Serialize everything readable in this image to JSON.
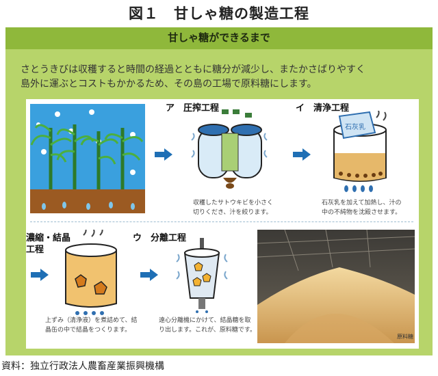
{
  "figure_title": "図１　甘しゃ糖の製造工程",
  "subtitle": "甘しゃ糖ができるまで",
  "intro_line1": "さとうきびは収穫すると時間の経過とともに糖分が減少し、またかさばりやすく",
  "intro_line2": "島外に運ぶとコストもかかるため、その島の工場で原料糖にします。",
  "steps": {
    "a_label": "ア　圧搾工程",
    "a_caption1": "収穫したサトウキビを小さく",
    "a_caption2": "切りくだき、汁を絞ります。",
    "i_label": "イ　清浄工程",
    "i_bag_text": "石灰乳",
    "i_caption1": "石灰乳を加えて加熱し、汁の",
    "i_caption2": "中の不純物を沈殿させます。",
    "c_label1": "濃縮・結晶",
    "c_label2": "工程",
    "c_caption1": "上ずみ（清浄液）を煮詰めて、結",
    "c_caption2": "晶缶の中で結晶をつくります。",
    "u_label": "ウ　分離工程",
    "u_caption1": "遠心分離機にかけて、結晶糖を取",
    "u_caption2": "り出します。これが、原料糖です。"
  },
  "photo_caption": "原料糖",
  "source": "資料：独立行政法人農畜産業振興機構",
  "colors": {
    "frame_green": "#b7d46a",
    "header_green": "#8fb83b",
    "arrow_blue": "#1f6fb5"
  }
}
